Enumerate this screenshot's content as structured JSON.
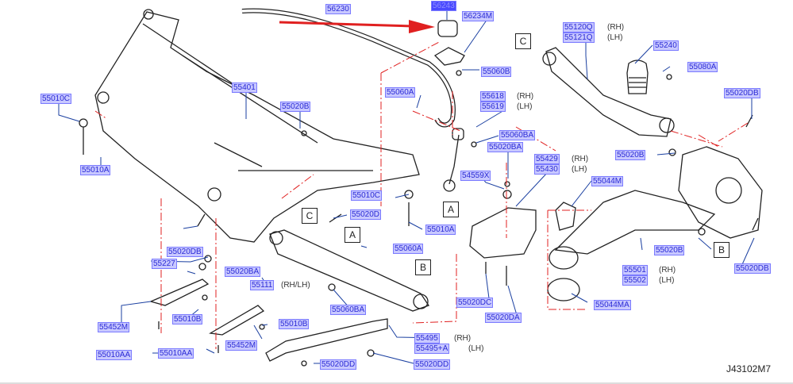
{
  "diagram_id": "J43102M7",
  "colors": {
    "label_bg": "#c8c8ff",
    "label_text": "#2b2bd6",
    "highlight_bg": "#4a4aff",
    "callout_arrow": "#e02020",
    "centerline": "#e02020",
    "leader": "#1a3fa0"
  },
  "parts": [
    {
      "id": "p56243",
      "number": "56243",
      "highlighted": true
    },
    {
      "id": "p56230",
      "number": "56230"
    },
    {
      "id": "p56234M",
      "number": "56234M"
    },
    {
      "id": "p55060B",
      "number": "55060B"
    },
    {
      "id": "p55120Q",
      "number": "55120Q",
      "side": "(RH)"
    },
    {
      "id": "p55121Q",
      "number": "55121Q",
      "side": "(LH)"
    },
    {
      "id": "p55240",
      "number": "55240"
    },
    {
      "id": "p55080A",
      "number": "55080A"
    },
    {
      "id": "p55020DB_r",
      "number": "55020DB"
    },
    {
      "id": "p55401",
      "number": "55401"
    },
    {
      "id": "p55010C_l",
      "number": "55010C"
    },
    {
      "id": "p55010A_l",
      "number": "55010A"
    },
    {
      "id": "p55020B_l",
      "number": "55020B"
    },
    {
      "id": "p55060A_t",
      "number": "55060A"
    },
    {
      "id": "p55618",
      "number": "55618",
      "side": "(RH)"
    },
    {
      "id": "p55619",
      "number": "55619",
      "side": "(LH)"
    },
    {
      "id": "p55060BA_t",
      "number": "55060BA"
    },
    {
      "id": "p55020BA_t",
      "number": "55020BA"
    },
    {
      "id": "p55020B_r",
      "number": "55020B"
    },
    {
      "id": "p55429",
      "number": "55429",
      "side": "(RH)"
    },
    {
      "id": "p55430",
      "number": "55430",
      "side": "(LH)"
    },
    {
      "id": "p54559X",
      "number": "54559X"
    },
    {
      "id": "p55044M",
      "number": "55044M"
    },
    {
      "id": "p55010C_m",
      "number": "55010C"
    },
    {
      "id": "p55020D",
      "number": "55020D"
    },
    {
      "id": "p55010A_m",
      "number": "55010A"
    },
    {
      "id": "p55020DB_l",
      "number": "55020DB"
    },
    {
      "id": "p55227",
      "number": "55227"
    },
    {
      "id": "p55020BA_l",
      "number": "55020BA"
    },
    {
      "id": "p55111",
      "number": "55111",
      "side": "(RH/LH)"
    },
    {
      "id": "p55060A_m",
      "number": "55060A"
    },
    {
      "id": "p55060BA_m",
      "number": "55060BA"
    },
    {
      "id": "p55020B_b",
      "number": "55020B"
    },
    {
      "id": "p55501",
      "number": "55501",
      "side": "(RH)"
    },
    {
      "id": "p55502",
      "number": "55502",
      "side": "(LH)"
    },
    {
      "id": "p55020DB_b",
      "number": "55020DB"
    },
    {
      "id": "p55020DC",
      "number": "55020DC"
    },
    {
      "id": "p55020DA",
      "number": "55020DA"
    },
    {
      "id": "p55044MA",
      "number": "55044MA"
    },
    {
      "id": "p55452M_l",
      "number": "55452M"
    },
    {
      "id": "p55010B_l",
      "number": "55010B"
    },
    {
      "id": "p55010B_r",
      "number": "55010B"
    },
    {
      "id": "p55452M_r",
      "number": "55452M"
    },
    {
      "id": "p55010AA_l",
      "number": "55010AA"
    },
    {
      "id": "p55010AA_r",
      "number": "55010AA"
    },
    {
      "id": "p55495",
      "number": "55495",
      "side": "(RH)"
    },
    {
      "id": "p55495A",
      "number": "55495+A",
      "side": "(LH)"
    },
    {
      "id": "p55020DD_l",
      "number": "55020DD"
    },
    {
      "id": "p55020DD_r",
      "number": "55020DD"
    }
  ],
  "reference_marks": [
    "C",
    "C",
    "A",
    "A",
    "B",
    "B"
  ]
}
